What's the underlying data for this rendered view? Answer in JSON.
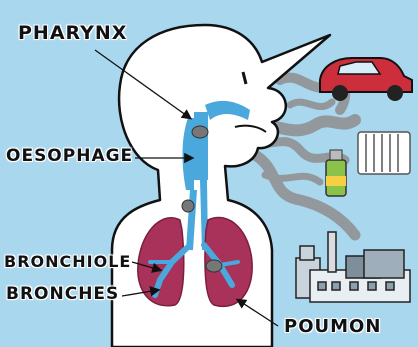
{
  "labels": {
    "pharynx": "PHARYNX",
    "oesophage": "OESOPHAGE",
    "bronchiole": "BRONCHIOLE",
    "bronches": "BRONCHES",
    "poumon": "POUMON"
  },
  "colors": {
    "background": "#a9d7ee",
    "airway": "#4aa8dd",
    "lung": "#a8325a",
    "smoke": "#8e8e8e",
    "car": "#cc2f3b",
    "spray_can": "#8bc34a"
  },
  "icons": [
    "car-icon",
    "radiator-icon",
    "spray-can-icon",
    "factory-icon",
    "smoke-cloud-icon"
  ]
}
